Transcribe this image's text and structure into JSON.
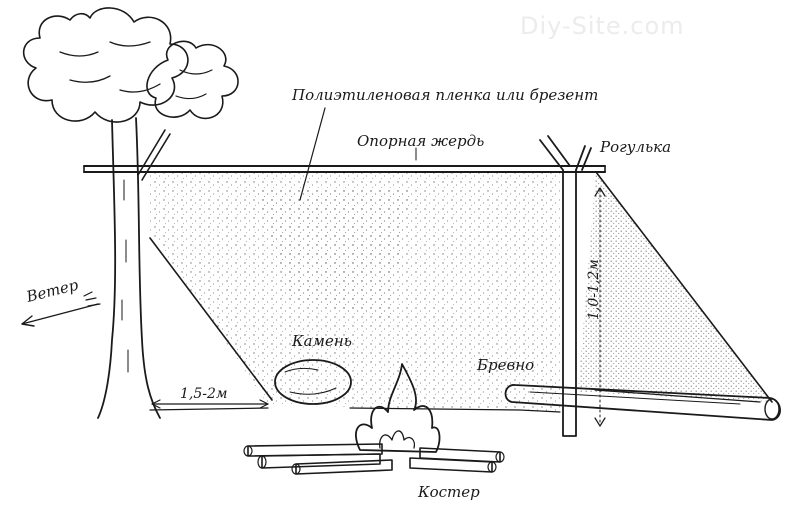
{
  "labels": {
    "film": "Полиэтиленовая пленка или брезент",
    "pole": "Опорная жердь",
    "fork": "Рогулька",
    "wind": "Ветер",
    "stone": "Камень",
    "log": "Бревно",
    "distance": "1,5-2м",
    "height": "1,0-1,2м",
    "fire": "Костер"
  },
  "watermark": "Diy-Site.com"
}
